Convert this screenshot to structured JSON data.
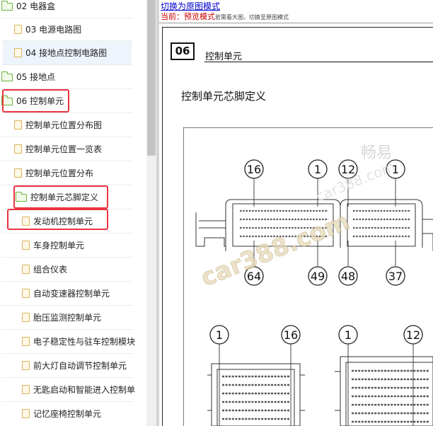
{
  "sidebar": {
    "items": [
      {
        "label": "02 电器盒",
        "icon": "folder-icon"
      },
      {
        "label": "03 电源电路图",
        "icon": "file-icon"
      },
      {
        "label": "04 接地点控制电路图",
        "icon": "file-icon"
      },
      {
        "label": "05 接地点",
        "icon": "folder-icon"
      },
      {
        "label": "06 控制单元",
        "icon": "folder-icon"
      },
      {
        "label": "控制单元位置分布图",
        "icon": "file-icon"
      },
      {
        "label": "控制单元位置一览表",
        "icon": "file-icon"
      },
      {
        "label": "控制单元位置分布",
        "icon": "file-icon"
      },
      {
        "label": "控制单元芯脚定义",
        "icon": "folder-icon"
      },
      {
        "label": "发动机控制单元",
        "icon": "file-icon"
      },
      {
        "label": "车身控制单元",
        "icon": "file-icon"
      },
      {
        "label": "组合仪表",
        "icon": "file-icon"
      },
      {
        "label": "自动变速器控制单元",
        "icon": "file-icon"
      },
      {
        "label": "胎压监测控制单元",
        "icon": "file-icon"
      },
      {
        "label": "电子稳定性与驻车控制模块",
        "icon": "file-icon"
      },
      {
        "label": "前大灯自动调节控制单元",
        "icon": "file-icon"
      },
      {
        "label": "无匙启动和智能进入控制单",
        "icon": "file-icon"
      },
      {
        "label": "记忆座椅控制单元",
        "icon": "file-icon"
      }
    ]
  },
  "content": {
    "switch_link": "切换为原图模式",
    "mode_prefix": "当前：",
    "mode_name": "预览模式",
    "mode_hint": "若需看大图，切换至原图模式",
    "section_number": "06",
    "section_title": "控制单元",
    "page_title": "控制单元芯脚定义"
  },
  "diagram": {
    "top_labels": [
      "16",
      "1",
      "12",
      "1"
    ],
    "bottom_labels": [
      "64",
      "49",
      "48",
      "37"
    ],
    "lower_labels": [
      "1",
      "16",
      "1",
      "12"
    ]
  },
  "watermark": {
    "brand": "畅易",
    "site": "car388.com"
  },
  "colors": {
    "highlight": "#e8343f",
    "link": "#0000cc",
    "mode_text": "#cc0000"
  }
}
